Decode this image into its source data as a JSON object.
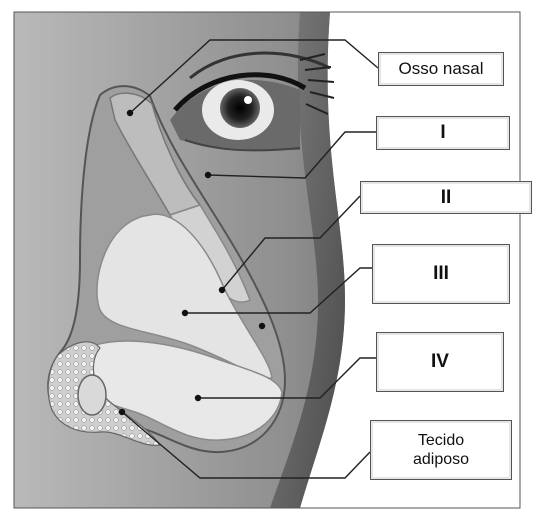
{
  "labels": {
    "osso_nasal": "Osso nasal",
    "label_1": "I",
    "label_2": "II",
    "label_3": "III",
    "label_4": "IV",
    "tecido_line1": "Tecido",
    "tecido_line2": "adiposo"
  },
  "colors": {
    "skin_light": "#c9c9c9",
    "skin_dark": "#5c5c5c",
    "cartilage": "#e4e4e4",
    "leader_line": "#222222"
  }
}
